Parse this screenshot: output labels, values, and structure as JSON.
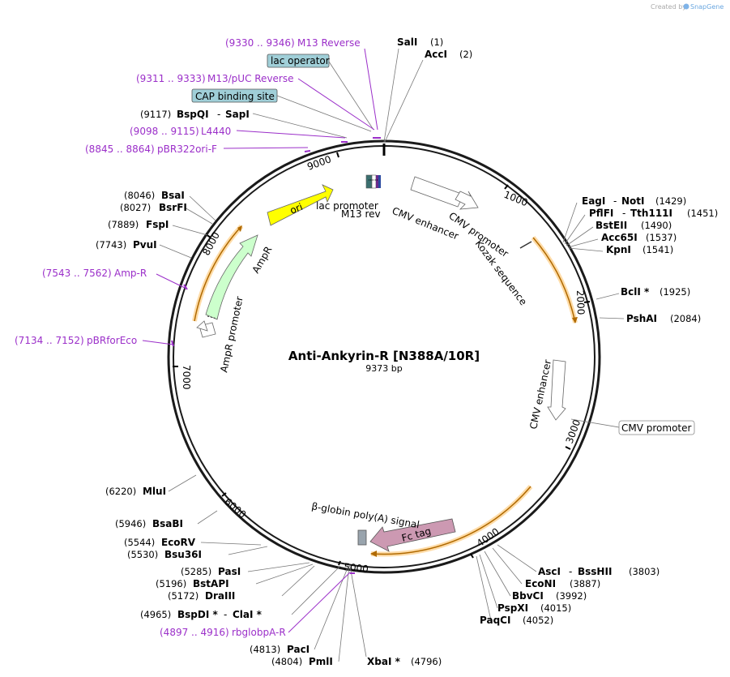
{
  "credit": {
    "text": "Created by",
    "brand": "SnapGene"
  },
  "title": "Anti-Ankyrin-R [N388A/10R]",
  "size": "9373 bp",
  "ticks": [
    "1000",
    "2000",
    "3000",
    "4000",
    "5000",
    "6000",
    "7000",
    "8000",
    "9000"
  ],
  "features": {
    "ori": "ori",
    "ampr": "AmpR",
    "ampr_promoter": "AmpR promoter",
    "lac_promoter": "lac promoter",
    "m13_rev": "M13 rev",
    "cmv_enhancer": "CMV enhancer",
    "cmv_promoter": "CMV promoter",
    "kozak": "Kozak sequence",
    "cmv_enhancer2": "CMV enhancer",
    "cmv_promoter_box": "CMV promoter",
    "fc_tag": "Fc tag",
    "beta_globin": "β-globin poly(A) signal",
    "lac_operator": "lac operator",
    "cap_site": "CAP binding site"
  },
  "primers": {
    "m13_reverse": {
      "pos": "(9330 .. 9346)",
      "name": "M13 Reverse"
    },
    "m13puc_reverse": {
      "pos": "(9311 .. 9333)",
      "name": "M13/pUC Reverse"
    },
    "l4440": {
      "pos": "(9098 .. 9115)",
      "name": "L4440"
    },
    "pbr322ori": {
      "pos": "(8845 .. 8864)",
      "name": "pBR322ori-F"
    },
    "ampr": {
      "pos": "(7543 .. 7562)",
      "name": "Amp-R"
    },
    "pbrforeco": {
      "pos": "(7134 .. 7152)",
      "name": "pBRforEco"
    },
    "rbglobpa": {
      "pos": "(4897 .. 4916)",
      "name": "rbglobpA-R"
    }
  },
  "sites": {
    "sali": {
      "name": "SalI",
      "pos": "(1)"
    },
    "acci": {
      "name": "AccI",
      "pos": "(2)"
    },
    "bspqi": {
      "name": "BspQI",
      "sep": "-",
      "name2": "SapI",
      "pos": "(9117)"
    },
    "eagi": {
      "name": "EagI",
      "sep": "-",
      "name2": "NotI",
      "pos": "(1429)"
    },
    "pflfi": {
      "name": "PflFI",
      "sep": "-",
      "name2": "Tth111I",
      "pos": "(1451)"
    },
    "bsteii": {
      "name": "BstEII",
      "pos": "(1490)"
    },
    "acc65i": {
      "name": "Acc65I",
      "pos": "(1537)"
    },
    "kpni": {
      "name": "KpnI",
      "pos": "(1541)"
    },
    "bcli": {
      "name": "BclI *",
      "pos": "(1925)"
    },
    "pshai": {
      "name": "PshAI",
      "pos": "(2084)"
    },
    "asci": {
      "name": "AscI",
      "sep": "-",
      "name2": "BssHII",
      "pos": "(3803)"
    },
    "econi": {
      "name": "EcoNI",
      "pos": "(3887)"
    },
    "bbvci": {
      "name": "BbvCI",
      "pos": "(3992)"
    },
    "pspxi": {
      "name": "PspXI",
      "pos": "(4015)"
    },
    "paqci": {
      "name": "PaqCI",
      "pos": "(4052)"
    },
    "xbai": {
      "name": "XbaI *",
      "pos": "(4796)"
    },
    "pmli": {
      "name": "PmlI",
      "pos": "(4804)"
    },
    "paci": {
      "name": "PacI",
      "pos": "(4813)"
    },
    "bspdi": {
      "name": "BspDI *",
      "sep": "-",
      "name2": "ClaI *",
      "pos": "(4965)"
    },
    "draiii": {
      "name": "DraIII",
      "pos": "(5172)"
    },
    "bstapi": {
      "name": "BstAPI",
      "pos": "(5196)"
    },
    "pasi": {
      "name": "PasI",
      "pos": "(5285)"
    },
    "bsu36i": {
      "name": "Bsu36I",
      "pos": "(5530)"
    },
    "ecorv": {
      "name": "EcoRV",
      "pos": "(5544)"
    },
    "bsabi": {
      "name": "BsaBI",
      "pos": "(5946)"
    },
    "mlui": {
      "name": "MluI",
      "pos": "(6220)"
    },
    "pvui": {
      "name": "PvuI",
      "pos": "(7743)"
    },
    "fspi": {
      "name": "FspI",
      "pos": "(7889)"
    },
    "bsrfi": {
      "name": "BsrFI",
      "pos": "(8027)"
    },
    "bsai": {
      "name": "BsaI",
      "pos": "(8046)"
    }
  },
  "colors": {
    "backbone": "#1a1a1a",
    "primer": "#9b2fc9",
    "ori": "#ffff00",
    "ampr": "#ccffcc",
    "fc_tag": "#cc99b2",
    "orf_line": "#ff9900",
    "lac_operator": "#a0cfd8"
  }
}
